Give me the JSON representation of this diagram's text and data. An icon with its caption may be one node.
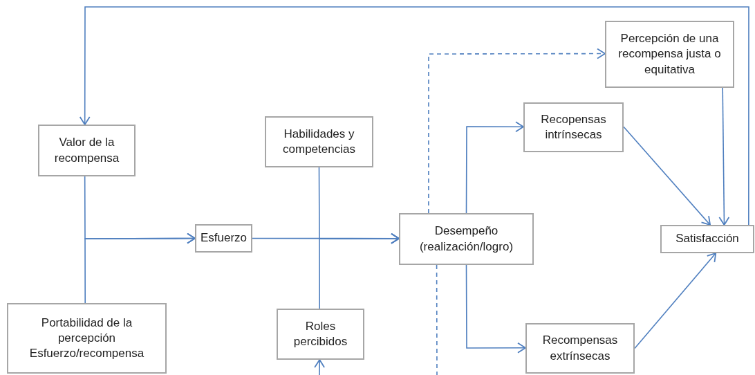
{
  "diagram": {
    "nodes": [
      {
        "text": [
          "Percepción de una recompensa justa o equitativa"
        ]
      },
      {
        "text": [
          "Valor de la recompensa"
        ]
      },
      {
        "text": [
          "Habilidades y competencias"
        ]
      },
      {
        "text": [
          "Recopensas intrínsecas"
        ]
      },
      {
        "text": [
          "Esfuerzo"
        ]
      },
      {
        "text": [
          "Desempeño (realización/logro)"
        ]
      },
      {
        "text": [
          "Satisfacción"
        ]
      },
      {
        "text": [
          "Portabilidad de la percepción Esfuerzo/recompensa"
        ]
      },
      {
        "text": [
          "Roles percibidos"
        ]
      },
      {
        "text": [
          "Recompensas extrínsecas"
        ]
      }
    ],
    "edges": [
      {
        "from": 6,
        "to": 1,
        "arrow": "to"
      },
      {
        "from": 1,
        "to": 4,
        "arrow": "to"
      },
      {
        "from": 7,
        "to": 4,
        "arrow": "to"
      },
      {
        "from": 4,
        "to": 5,
        "arrow": "to"
      },
      {
        "from": 2,
        "to": 5,
        "arrow": "to"
      },
      {
        "from": 8,
        "to": 5,
        "arrow": "to"
      },
      {
        "from": 5,
        "to": 3,
        "arrow": "to"
      },
      {
        "from": 5,
        "to": 9,
        "arrow": "to"
      },
      {
        "from": 5,
        "to": 0,
        "arrow": "to",
        "style": "dashed"
      },
      {
        "from": 3,
        "to": 6,
        "arrow": "to"
      },
      {
        "from": 0,
        "to": 6,
        "arrow": "to"
      },
      {
        "from": 9,
        "to": 6,
        "arrow": "to"
      },
      {
        "from": null,
        "to": 8,
        "arrow": "to"
      },
      {
        "from": 5,
        "to": null,
        "arrow": "none",
        "style": "dashed"
      }
    ]
  }
}
